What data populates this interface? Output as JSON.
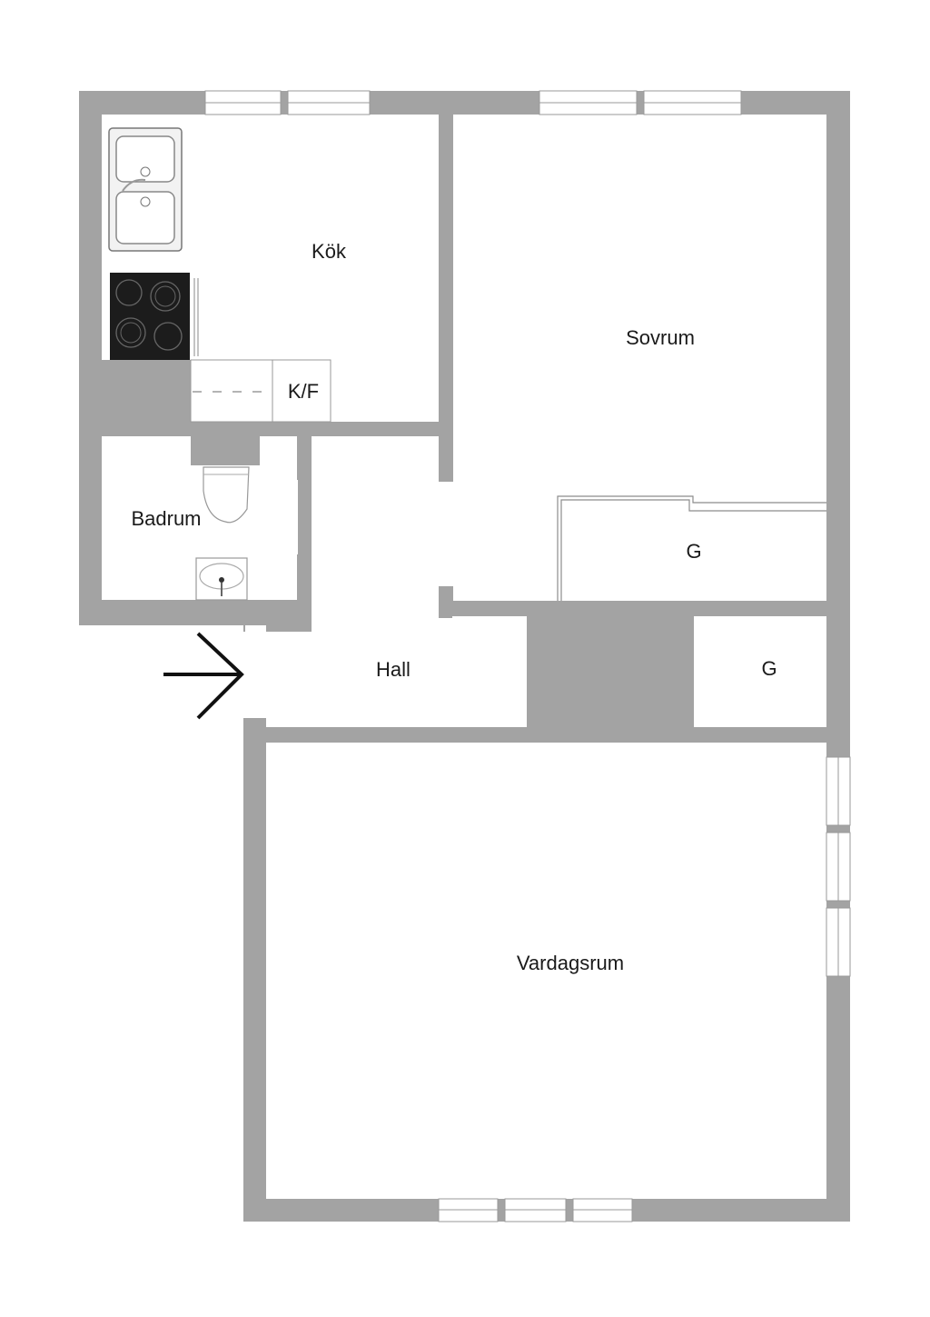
{
  "rooms": {
    "kitchen": "Kök",
    "bedroom": "Sovrum",
    "bathroom": "Badrum",
    "hall": "Hall",
    "living_room": "Vardagsrum",
    "closet_1": "G",
    "closet_2": "G",
    "fridge_freezer": "K/F"
  },
  "entrance_arrow": "entrance-arrow-icon",
  "colors": {
    "wall": "#a3a3a3",
    "floor": "#ffffff",
    "text": "#1a1a1a",
    "stove": "#1c1c1c"
  }
}
